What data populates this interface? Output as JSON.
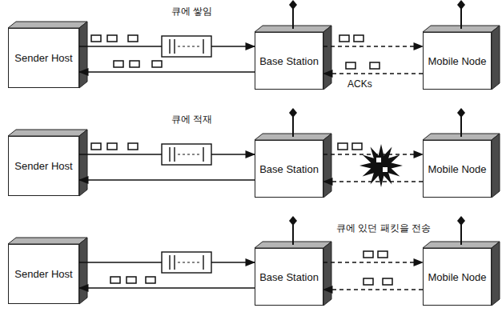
{
  "diagram": {
    "nodes": [
      {
        "text": [
          "Sender Host"
        ]
      },
      {
        "text": [
          "Base Station"
        ]
      },
      {
        "text": [
          "Mobile Node"
        ]
      },
      {
        "text": [
          "Sender Host"
        ]
      },
      {
        "text": [
          "Base Station"
        ]
      },
      {
        "text": [
          "Mobile Node"
        ]
      },
      {
        "text": [
          "Sender Host"
        ]
      },
      {
        "text": [
          "Base Station"
        ]
      },
      {
        "text": [
          "Mobile Node"
        ]
      }
    ],
    "edges": [
      {
        "from": 0,
        "to": 1,
        "arrow": "to"
      },
      {
        "from": 1,
        "to": 0,
        "arrow": "to"
      },
      {
        "from": 1,
        "to": 2,
        "arrow": "to"
      },
      {
        "from": 2,
        "to": 1,
        "arrow": "to"
      },
      {
        "from": 3,
        "to": 4,
        "arrow": "to"
      },
      {
        "from": 4,
        "to": 3,
        "arrow": "to"
      },
      {
        "from": 4,
        "to": 5,
        "arrow": "to"
      },
      {
        "from": 5,
        "to": 4,
        "arrow": "to"
      },
      {
        "from": 6,
        "to": 7,
        "arrow": "to"
      },
      {
        "from": 7,
        "to": 6,
        "arrow": "to"
      },
      {
        "from": 7,
        "to": 8,
        "arrow": "to"
      },
      {
        "from": 8,
        "to": 7,
        "arrow": "to"
      }
    ],
    "labels": [
      "큐에 쌓임",
      "ACKs",
      "큐에 적재",
      "큐에 있던 패킷을 전송"
    ]
  }
}
